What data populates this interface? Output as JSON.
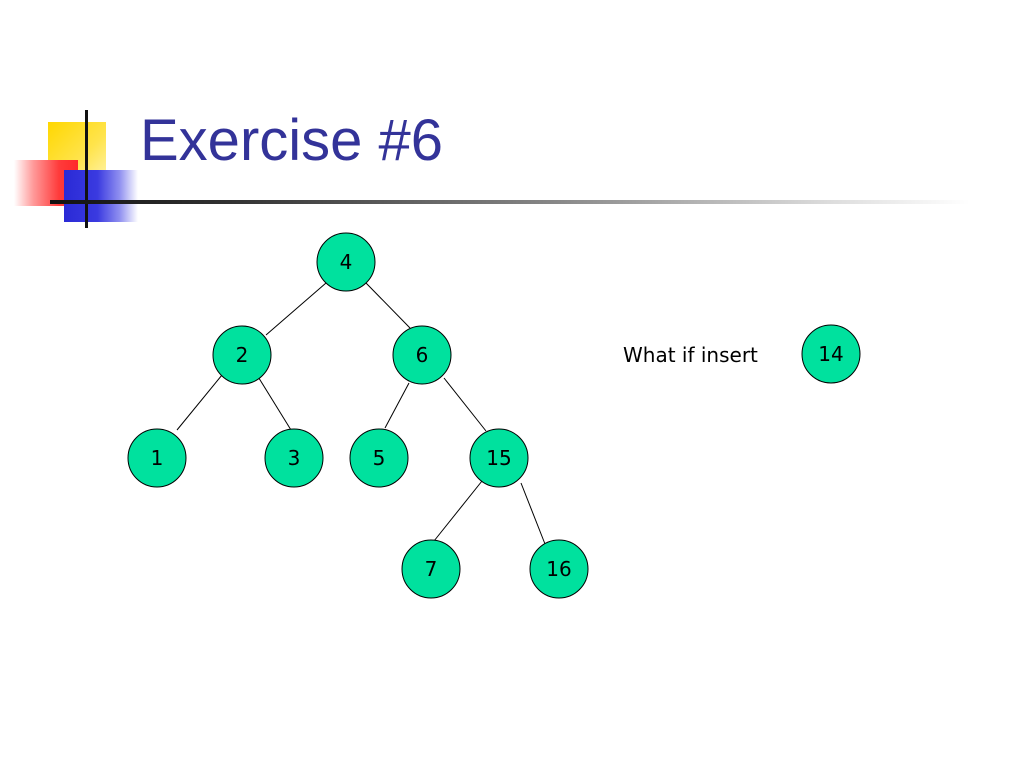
{
  "slide": {
    "title": "Exercise #6",
    "prompt": "What if insert",
    "insert_value": "14",
    "node_fill_color": "#00e19e",
    "title_color": "#333399"
  },
  "tree": {
    "nodes": [
      {
        "id": "n4",
        "label": "4"
      },
      {
        "id": "n2",
        "label": "2"
      },
      {
        "id": "n6",
        "label": "6"
      },
      {
        "id": "n1",
        "label": "1"
      },
      {
        "id": "n3",
        "label": "3"
      },
      {
        "id": "n5",
        "label": "5"
      },
      {
        "id": "n15",
        "label": "15"
      },
      {
        "id": "n7",
        "label": "7"
      },
      {
        "id": "n16",
        "label": "16"
      }
    ],
    "edges": [
      {
        "from": "n4",
        "to": "n2"
      },
      {
        "from": "n4",
        "to": "n6"
      },
      {
        "from": "n2",
        "to": "n1"
      },
      {
        "from": "n2",
        "to": "n3"
      },
      {
        "from": "n6",
        "to": "n5"
      },
      {
        "from": "n6",
        "to": "n15"
      },
      {
        "from": "n15",
        "to": "n7"
      },
      {
        "from": "n15",
        "to": "n16"
      }
    ]
  }
}
